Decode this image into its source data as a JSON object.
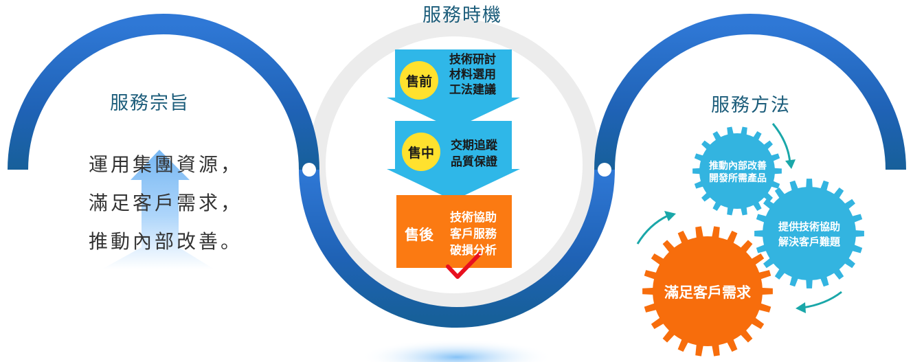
{
  "sections": {
    "purpose": {
      "title": "服務宗旨",
      "lines": [
        "運用集團資源，",
        "滿足客戶需求，",
        "推動內部改善。"
      ]
    },
    "timing": {
      "title": "服務時機",
      "pre": {
        "badge": "售前",
        "lines": [
          "技術研討",
          "材料選用",
          "工法建議"
        ]
      },
      "mid": {
        "badge": "售中",
        "lines": [
          "交期追蹤",
          "品質保證"
        ]
      },
      "post": {
        "badge": "售後",
        "lines": [
          "技術協助",
          "客戶服務",
          "破損分析"
        ]
      }
    },
    "method": {
      "title": "服務方法",
      "gears": {
        "small": [
          "推動內部改善",
          "開發所需產品"
        ],
        "medium": [
          "提供技術協助",
          "解決客戶難題"
        ],
        "large": "滿足客戶需求"
      }
    }
  },
  "colors": {
    "blue_arc": "#1f5fb0",
    "light_arc": "#ececec",
    "cyan": "#2fb7e8",
    "orange": "#fb7a12",
    "yellow": "#ffe12e",
    "gear_cyan": "#33b4e0",
    "gear_orange": "#f76d0c",
    "teal_arrow": "#1aa7a9",
    "check_red": "#e8101f"
  }
}
